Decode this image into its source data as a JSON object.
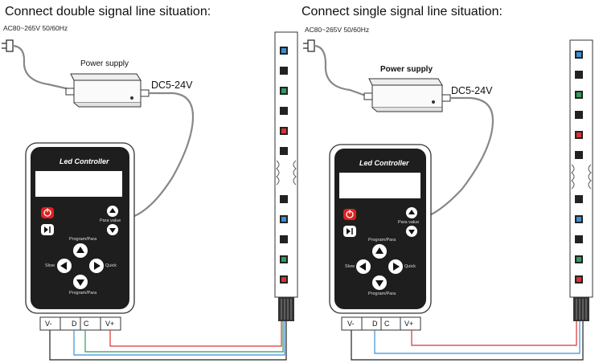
{
  "panels": [
    {
      "title": "Connect double signal line situation:",
      "ac_label": "AC80~265V 50/60Hz",
      "power_supply_label": "Power supply",
      "dc_label": "DC5-24V",
      "controller": {
        "title": "Led Controller",
        "para_value": "Para value",
        "program_top": "Program/Para",
        "program_bottom": "Program/Para",
        "slow": "Slow",
        "quick": "Quick"
      },
      "terminals": [
        "V-",
        "D",
        "C",
        "V+"
      ]
    },
    {
      "title": "Connect single signal line situation:",
      "ac_label": "AC80~265V 50/60Hz",
      "power_supply_label": "Power supply",
      "dc_label": "DC5-24V",
      "controller": {
        "title": "Led Controller",
        "para_value": "Para value",
        "program_top": "Program/Para",
        "program_bottom": "Program/Para",
        "slow": "Slow",
        "quick": "Quick"
      },
      "terminals": [
        "V-",
        "D",
        "C",
        "V+"
      ]
    }
  ],
  "colors": {
    "wire_red": "#e03030",
    "wire_green": "#2e9e5a",
    "wire_blue": "#3b8fd6",
    "wire_black": "#222222",
    "power_button": "#e02020"
  }
}
